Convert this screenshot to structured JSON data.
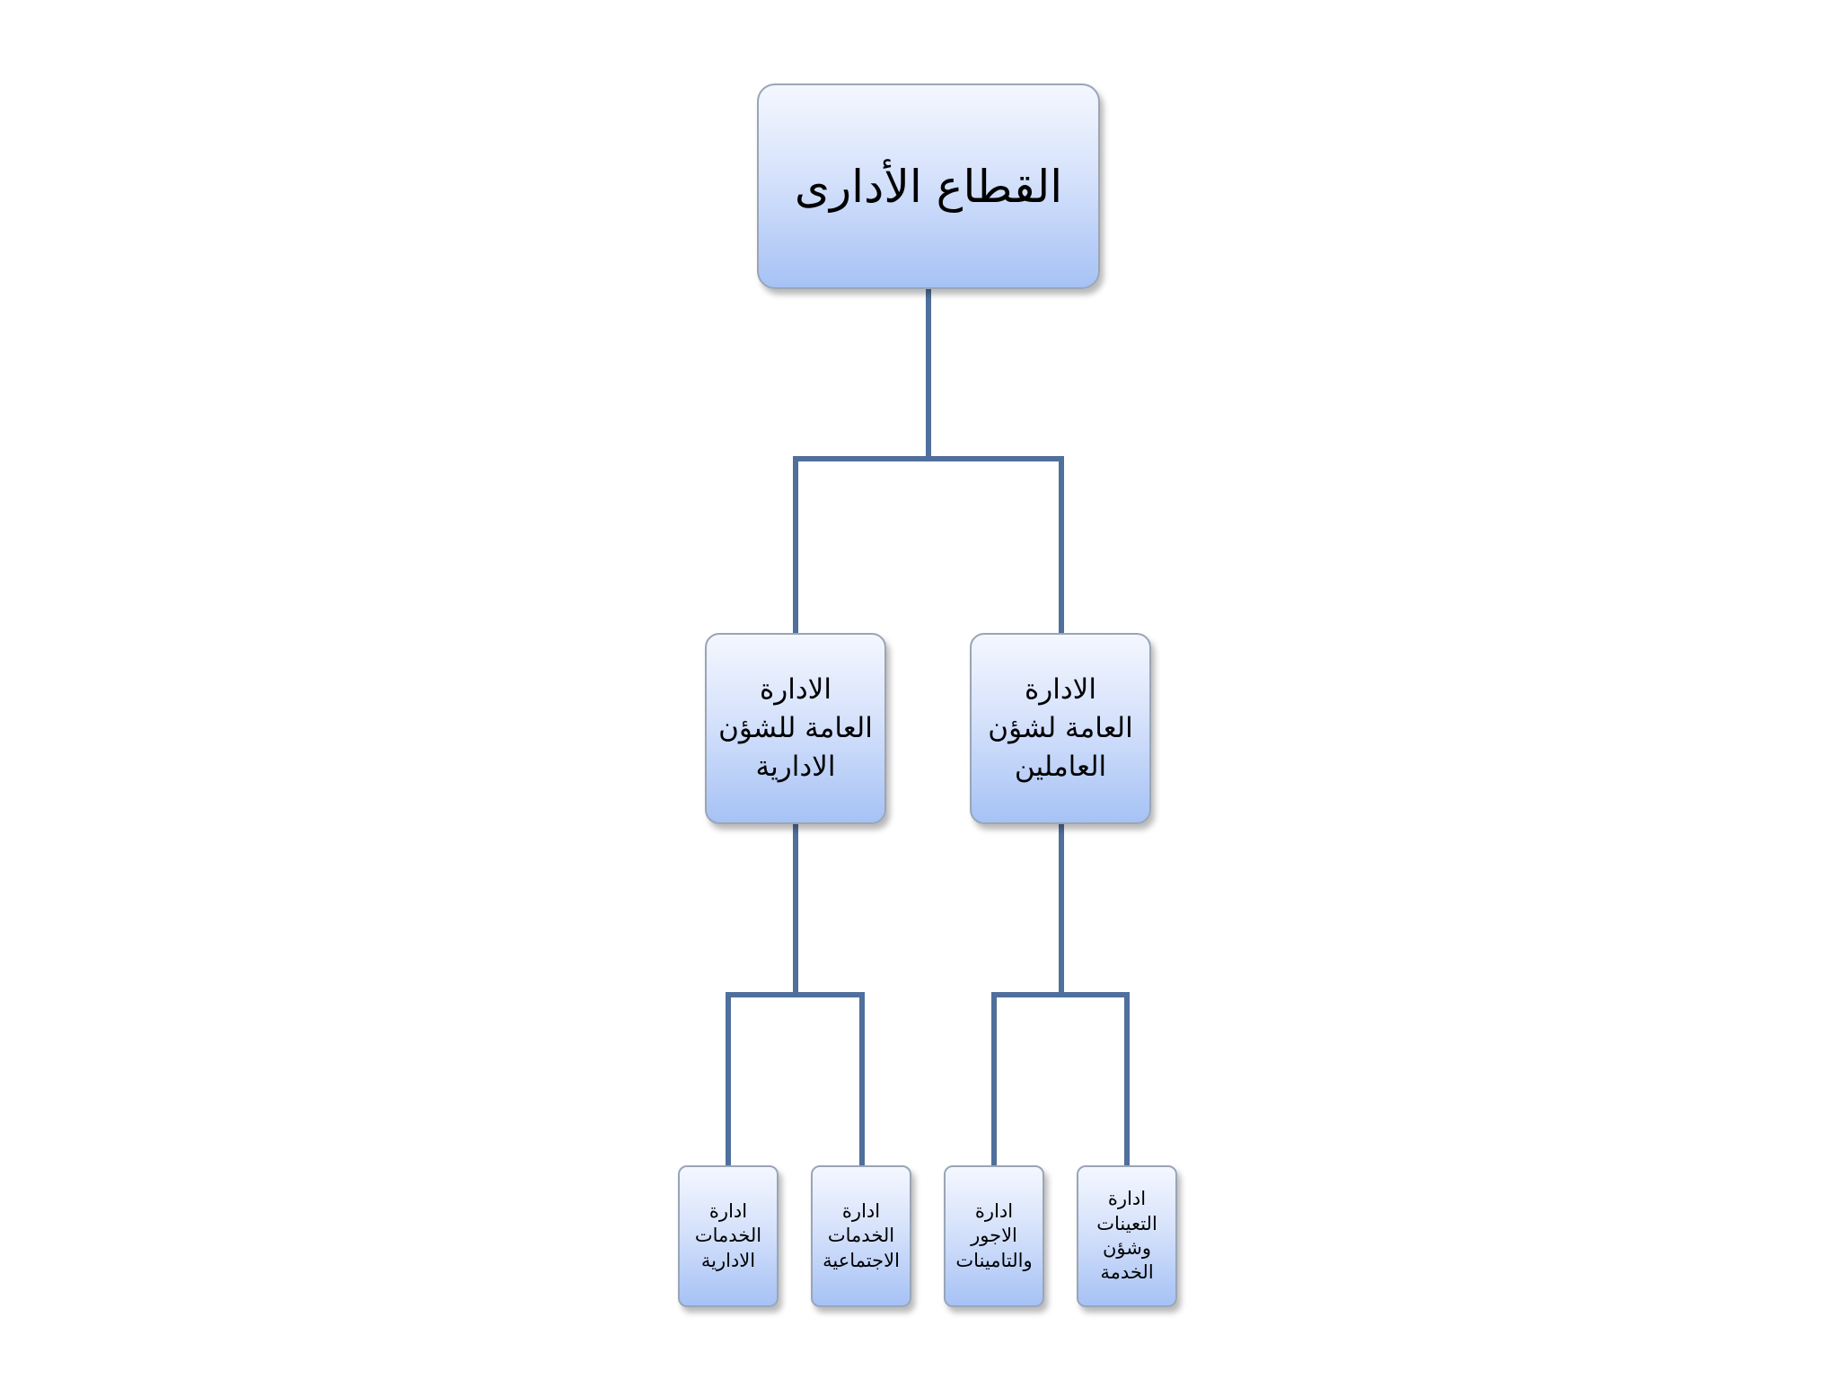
{
  "colors": {
    "connector": "#4f6f9c",
    "box_border": "#9aa5b6",
    "box_fill_top": "#f4f7fe",
    "box_fill_bottom": "#a6c2f5"
  },
  "nodes": {
    "root": "القطاع الأدارى",
    "mid_right": "الادارة\nالعامة لشؤن\nالعاملين",
    "mid_left": "الادارة\nالعامة للشؤن\nالادارية",
    "leaf_appointments": "ادارة\nالتعينات\nوشؤن\nالخدمة",
    "leaf_wages": "ادارة\nالاجور\nوالتامينات",
    "leaf_social": "ادارة\nالخدمات\nالاجتماعية",
    "leaf_admin_services": "ادارة\nالخدمات\nالادارية"
  }
}
